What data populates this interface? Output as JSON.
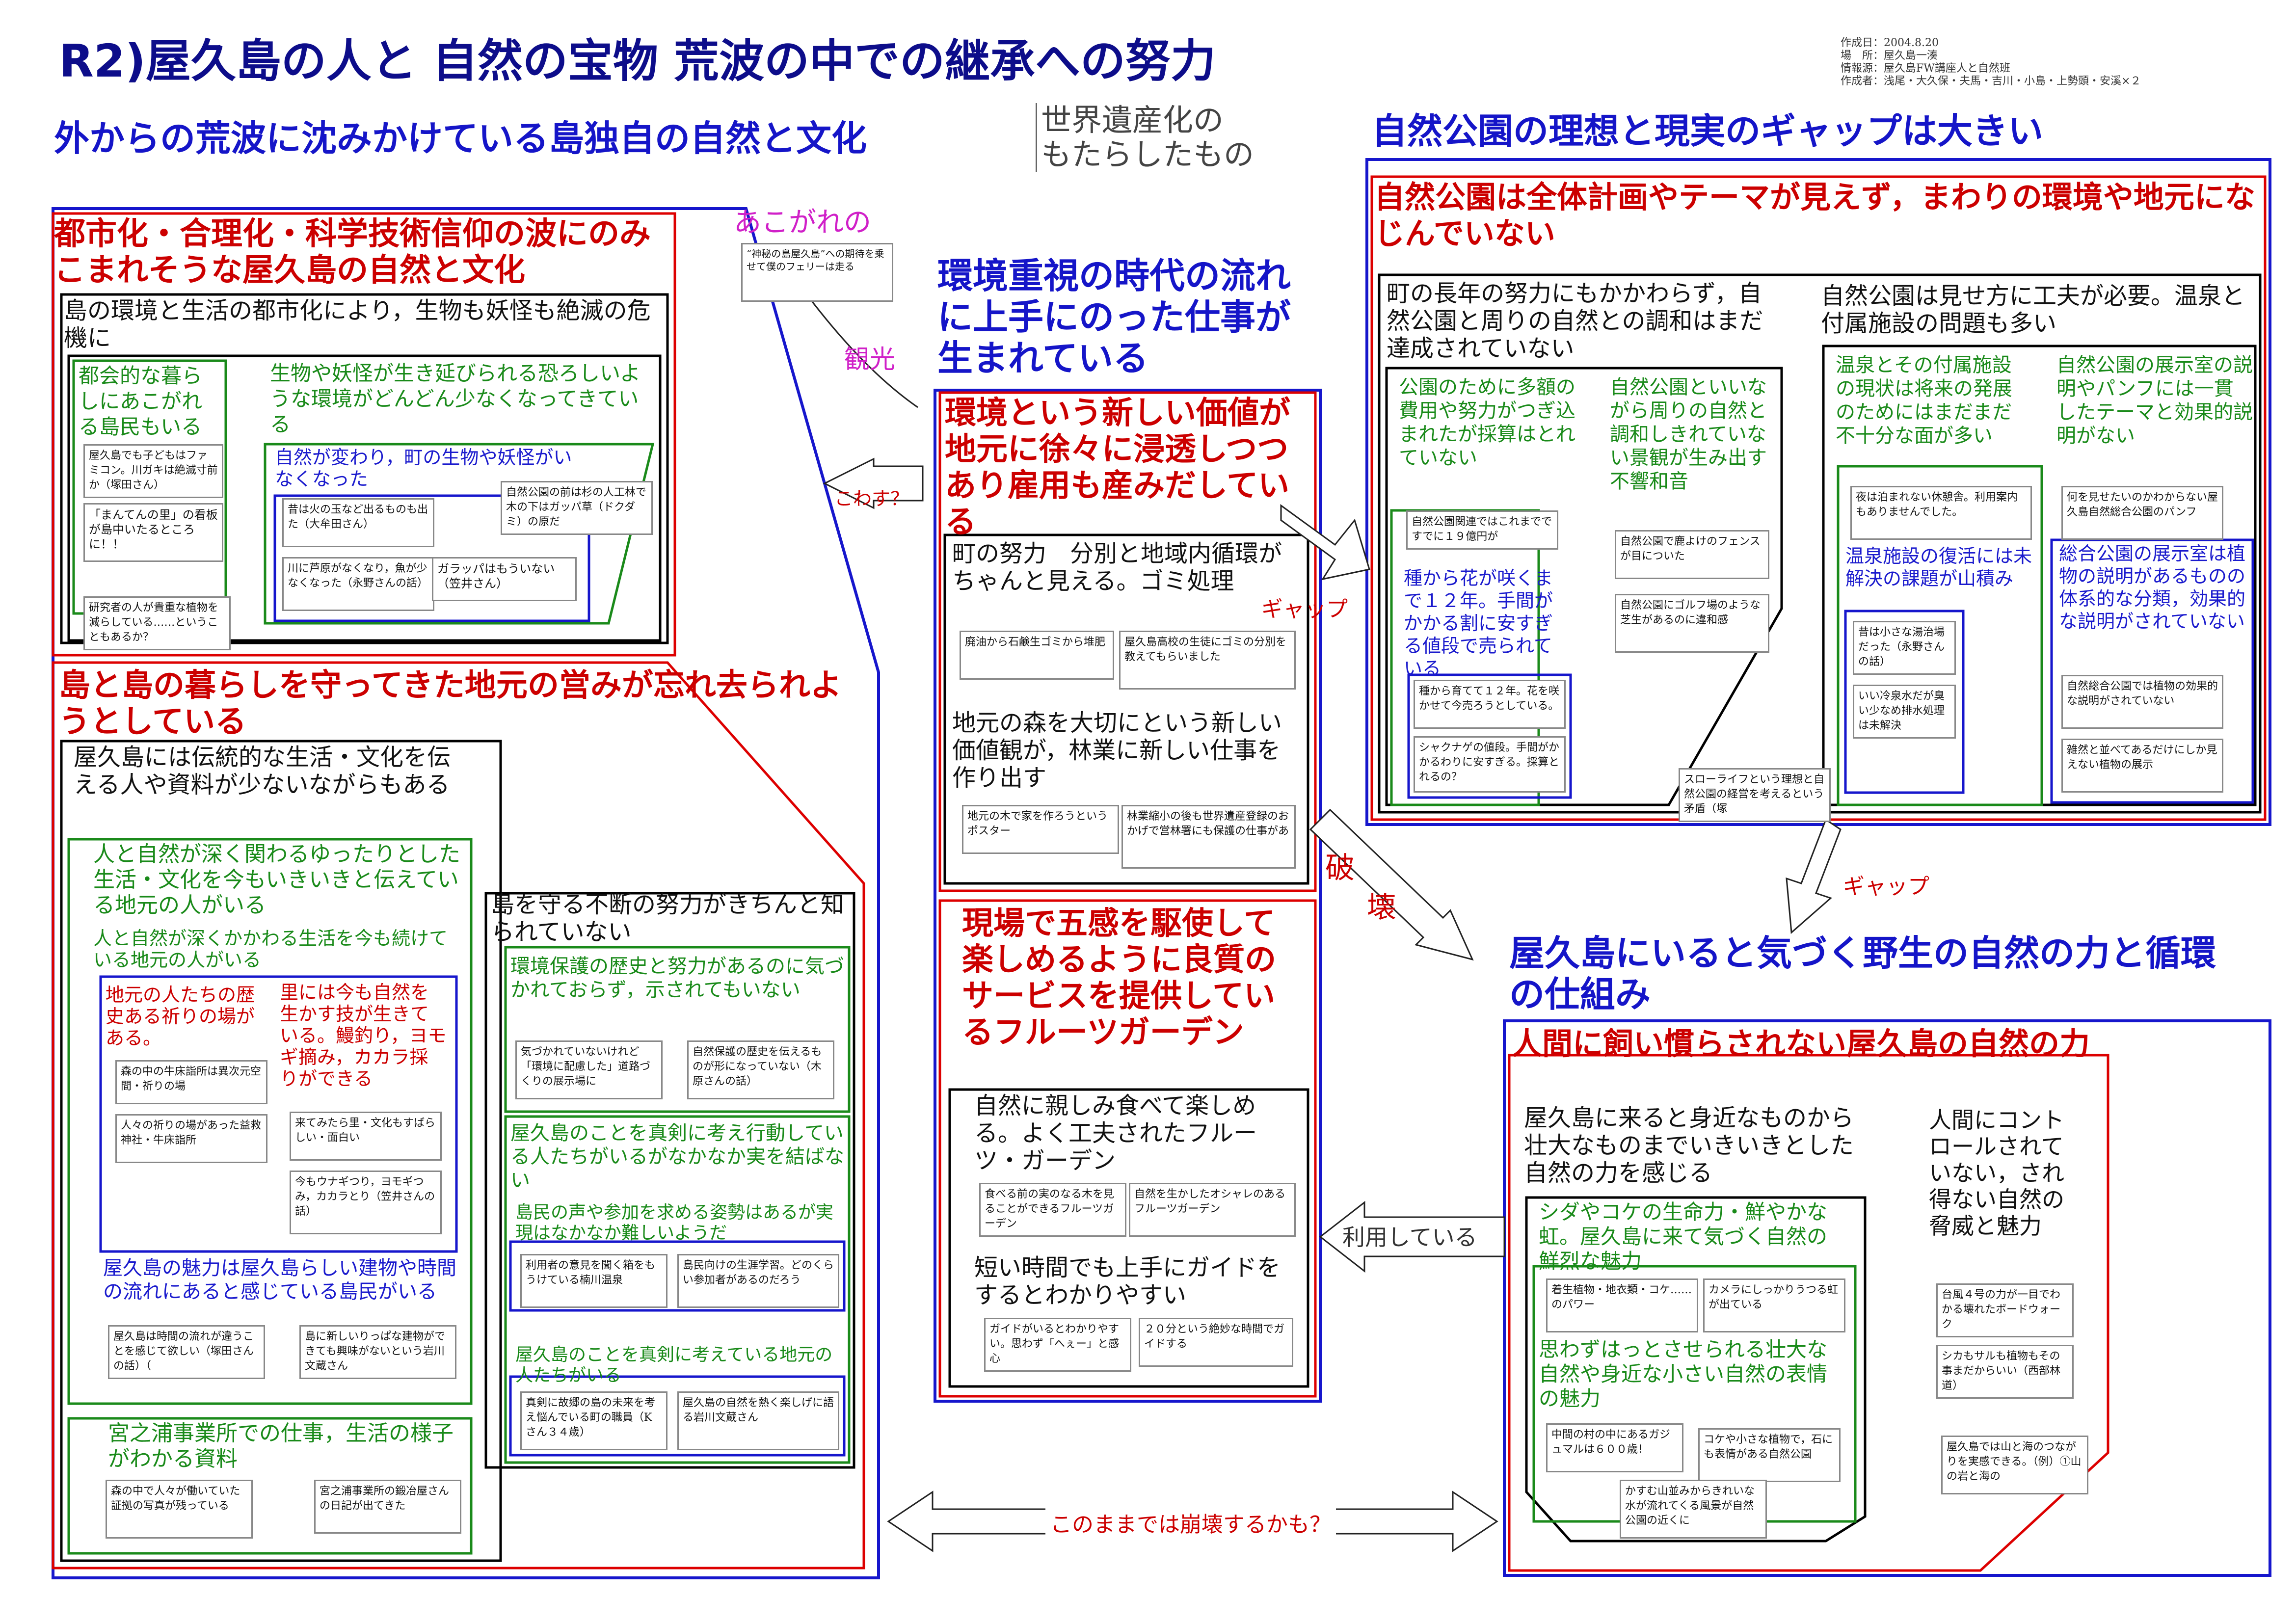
{
  "header": {
    "title": "R2)屋久島の人と 自然の宝物 荒波の中での継承への努力",
    "meta": "作成日：2004.8.20\n場　所：屋久島一湊\n情報源：屋久島FW講座人と自然班\n作成者：浅尾・大久保・夫馬・吉川・小島・上勢頭・安溪×２",
    "subtitle": "世界遺産化の\nもたらしたもの"
  },
  "connectors": {
    "akogare": "あこがれの",
    "shinpi_card": "“神秘の島屋久島”への期待を乗せて僕のフェリーは走る",
    "kanko": "観光",
    "kowasu": "こわす？",
    "gap1": "ギャップ",
    "gap2": "ギャップ",
    "hakai1": "破",
    "hakai2": "壊",
    "riyou": "利用している",
    "houkai": "このままでは崩壊するかも？"
  },
  "left": {
    "title": "外からの荒波に沈みかけている島独自の自然と文化",
    "a": {
      "heading": "都市化・合理化・科学技術信仰の波にのみこまれそうな屋久島の自然と文化",
      "sub": "島の環境と生活の都市化により，生物も妖怪も絶滅の危機に",
      "g1": "都会的な暮らしにあこがれる島民もいる",
      "g1_cards": [
        "屋久島でも子どもはファミコン。川ガキは絶滅寸前か（塚田さん）",
        "「まんてんの里」の看板が島中いたるところに！！"
      ],
      "g2": "生物や妖怪が生き延びられる恐ろしいような環境がどんどん少なくなってきている",
      "g3": "自然が変わり，町の生物や妖怪がいなくなった",
      "g3_cards": [
        "昔は火の玉など出るものも出た（大牟田さん）",
        "川に芦原がなくなり，魚が少なくなった（永野さんの話）",
        "ガラッパはもういない（笠井さん）"
      ],
      "card_park": "自然公園の前は杉の人工林で木の下はガッパ草（ドクダミ）の原だ",
      "card_research": "研究者の人が貴重な植物を減らしている……ということもあるか？"
    },
    "b": {
      "heading": "島と島の暮らしを守ってきた地元の営みが忘れ去られようとしている",
      "sub": "屋久島には伝統的な生活・文化を伝える人や資料が少ないながらもある",
      "g1": "人と自然が深く関わるゆったりとした生活・文化を今もいきいきと伝えている地元の人がいる",
      "g1a": "人と自然が深くかかわる生活を今も続けている地元の人がいる",
      "r1": "地元の人たちの歴史ある祈りの場がある。",
      "r1_cards": [
        "森の中の牛床詣所は異次元空間・祈りの場",
        "人々の祈りの場があった益救神社・牛床詣所"
      ],
      "r2": "里には今も自然を生かす技が生きている。鰻釣り，ヨモギ摘み，カカラ採りができる",
      "r2_cards": [
        "来てみたら里・文化もすばらしい・面白い",
        "今もウナギつり，ヨモギつみ，カカラとり（笠井さんの話）"
      ],
      "g2": "屋久島の魅力は屋久島らしい建物や時間の流れにあると感じている島民がいる",
      "g2_cards": [
        "屋久島は時間の流れが違うことを感じて欲しい（塚田さんの話）（",
        "島に新しいりっぱな建物ができても興味がないという岩川文蔵さん"
      ],
      "g3": "宮之浦事業所での仕事，生活の様子がわかる資料",
      "g3_cards": [
        "森の中で人々が働いていた証拠の写真が残っている",
        "宮之浦事業所の鍛冶屋さんの日記が出てきた"
      ],
      "right_heading": "島を守る不断の努力がきちんと知られていない",
      "k1": "環境保護の歴史と努力があるのに気づかれておらず，示されてもいない",
      "k1_cards": [
        "気づかれていないけれど「環境に配慮した」道路づくりの展示場に",
        "自然保護の歴史を伝えるものが形になっていない（木原さんの話）"
      ],
      "k2": "屋久島のことを真剣に考え行動している人たちがいるがなかなか実を結ばない",
      "k2a": "島民の声や参加を求める姿勢はあるが実現はなかなか難しいようだ",
      "k2a_cards": [
        "利用者の意見を聞く箱をもうけている楠川温泉",
        "島民向けの生涯学習。どのくらい参加者があるのだろう"
      ],
      "k2b": "屋久島のことを真剣に考えている地元の人たちがいる",
      "k2b_cards": [
        "真剣に故郷の島の未来を考え悩んでいる町の職員（Kさん３４歳）",
        "屋久島の自然を熱く楽しげに語る岩川文蔵さん"
      ]
    }
  },
  "middle": {
    "title": "環境重視の時代の流れに上手にのった仕事が生まれている",
    "a": {
      "heading": "環境という新しい価値が地元に徐々に浸透しつつあり雇用も産みだしている",
      "s1": "町の努力　分別と地域内循環がちゃんと見える。ゴミ処理",
      "s1_cards": [
        "廃油から石鹸生ゴミから堆肥",
        "屋久島高校の生徒にゴミの分別を教えてもらいました"
      ],
      "s2": "地元の森を大切にという新しい価値観が，林業に新しい仕事を作り出す",
      "s2_cards": [
        "地元の木で家を作ろうというポスター",
        "林業縮小の後も世界遺産登録のおかげで営林署にも保護の仕事があ"
      ]
    },
    "b": {
      "heading": "現場で五感を駆使して楽しめるように良質のサービスを提供しているフルーツガーデン",
      "s1": "自然に親しみ食べて楽しめる。よく工夫されたフルーツ・ガーデン",
      "s1_cards": [
        "食べる前の実のなる木を見ることができるフルーツガーデン",
        "自然を生かしたオシャレのあるフルーツガーデン"
      ],
      "s2": "短い時間でも上手にガイドをするとわかりやすい",
      "s2_cards": [
        "ガイドがいるとわかりやすい。思わず「へぇー」と感心",
        "２０分という絶妙な時間でガイドする"
      ]
    }
  },
  "right": {
    "top": {
      "title": "自然公園の理想と現実のギャップは大きい",
      "heading": "自然公園は全体計画やテーマが見えず，まわりの環境や地元になじんでいない",
      "s1": "町の長年の努力にもかかわらず，自然公園と周りの自然との調和はまだ達成されていない",
      "g1": "公園のために多額の費用や努力がつぎ込まれたが採算はとれていない",
      "g1_cards": [
        "自然公園関連ではこれまでですでに１９億円が"
      ],
      "g1b": "種から花が咲くまで１２年。手間がかかる割に安すぎる値段で売られている",
      "g1b_cards": [
        "種から育てて１２年。花を咲かせて今売ろうとしている。",
        "シャクナゲの値段。手間がかかるわりに安すぎる。採算とれるの？"
      ],
      "g2": "自然公園といいながら周りの自然と調和しきれていない景観が生み出す不響和音",
      "g2_cards": [
        "自然公園で鹿よけのフェンスが目についた",
        "自然公園にゴルフ場のような芝生があるのに違和感"
      ],
      "s2": "自然公園は見せ方に工夫が必要。温泉と付属施設の問題も多い",
      "g3": "温泉とその付属施設の現状は将来の発展のためにはまだまだ不十分な面が多い",
      "g3_cards": [
        "夜は泊まれない休憩舎。利用案内もありませんでした。"
      ],
      "g3b": "温泉施設の復活には未解決の課題が山積み",
      "g3b_cards": [
        "昔は小さな湯治場だった（永野さんの話）",
        "いい冷泉水だが臭い少なめ排水処理は未解決"
      ],
      "g4": "自然公園の展示室の説明やパンフには一貫したテーマと効果的説明がない",
      "g4_cards": [
        "何を見せたいのかわからない屋久島自然総合公園のパンフ"
      ],
      "g4b": "総合公園の展示室は植物の説明があるものの体系的な分類，効果的な説明がされていない",
      "g4b_cards": [
        "自然総合公園では植物の効果的な説明がされていない",
        "雑然と並べてあるだけにしか見えない植物の展示"
      ]
    },
    "slowlife": "スローライフという理想と自然公園の経営を考えるという矛盾（塚",
    "bottom": {
      "title": "屋久島にいると気づく野生の自然の力と循環の仕組み",
      "heading": "人間に飼い慣らされない屋久島の自然の力",
      "s1": "屋久島に来ると身近なものから壮大なものまでいきいきとした自然の力を感じる",
      "g1": "シダやコケの生命力・鮮やかな虹。屋久島に来て気づく自然の鮮烈な魅力",
      "g1_cards": [
        "着生植物・地衣類・コケ……のパワー",
        "カメラにしっかりうつる虹が出ている"
      ],
      "g2": "思わずはっとさせられる壮大な自然や身近な小さい自然の表情の魅力",
      "g2_cards": [
        "中間の村の中にあるガジュマルは６００歳！",
        "コケや小さな植物で，石にも表情がある自然公園",
        "かすむ山並みからきれいな水が流れてくる風景が自然公園の近くに"
      ],
      "s2": "人間にコントロールされていない，され得ない自然の脅威と魅力",
      "s2_cards": [
        "台風４号の力が一目でわかる壊れたボードウォーク",
        "シカもサルも植物もその事まだからいい（西部林道）"
      ],
      "card_sea": "屋久島では山と海のつながりを実感できる。（例）①山の岩と海の"
    }
  }
}
